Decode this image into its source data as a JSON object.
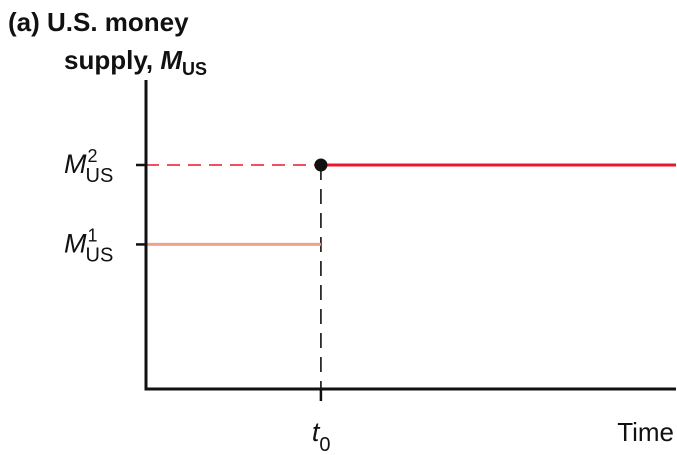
{
  "chart_data": {
    "type": "line",
    "panel_label": "(a)",
    "title_line1": "U.S. money",
    "title_line2_prefix": "supply, ",
    "title_symbol": "M",
    "title_symbol_sub": "US",
    "xlabel": "Time",
    "x_tick": {
      "main": "t",
      "sub": "0",
      "x": 1
    },
    "y_ticks": [
      {
        "main": "M",
        "sub": "US",
        "sup": "2",
        "y": 2
      },
      {
        "main": "M",
        "sub": "US",
        "sup": "1",
        "y": 1
      }
    ],
    "xlim": [
      0,
      3.03
    ],
    "ylim": [
      -0.82,
      3.07
    ],
    "series": [
      {
        "x": [
          0,
          1
        ],
        "y": [
          1,
          1
        ],
        "color": "#f4a087"
      },
      {
        "x": [
          1,
          3.03
        ],
        "y": [
          2,
          2
        ],
        "color": "#e8192c"
      }
    ],
    "jump_point": {
      "x": 1,
      "y": 2,
      "color": "#111111"
    },
    "guides": {
      "vertical_x": 1,
      "horizontal_y": 2,
      "dash_color_vertical": "#111111",
      "dash_color_horizontal": "#e8192c"
    },
    "grid": false
  }
}
